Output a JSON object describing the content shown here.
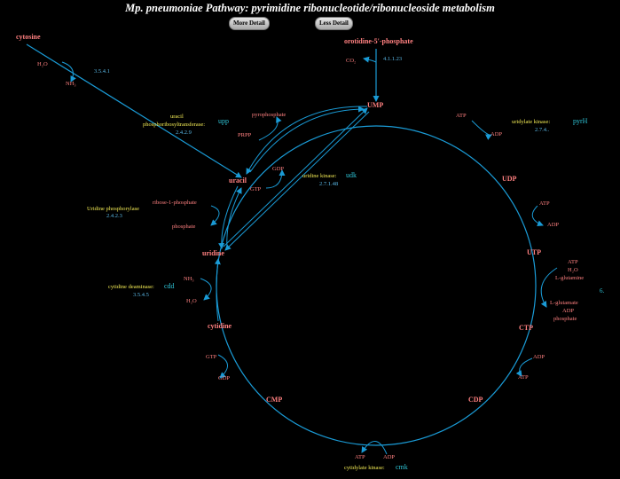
{
  "header": {
    "title": "Mp. pneumoniae Pathway:  pyrimidine ribonucleotide/ribonucleoside metabolism",
    "more_detail": "More Detail",
    "less_detail": "Less Detail"
  },
  "colors": {
    "metabolite": "#ff8080",
    "ec": "#5ab8e6",
    "enzyme": "#f2ea54",
    "gene": "#2ec4d6",
    "arrow": "#1a9bd6"
  },
  "metabolites": {
    "cytosine": "cytosine",
    "orotidine": "orotidine-5'-phosphate",
    "ump": "UMP",
    "udp": "UDP",
    "utp": "UTP",
    "ctp": "CTP",
    "cdp": "CDP",
    "cmp": "CMP",
    "cytidine": "cytidine",
    "uridine": "uridine",
    "uracil": "uracil"
  },
  "cofactors": {
    "h2o_a": "H₂O",
    "nh3_a": "NH₃",
    "co2": "CO₂",
    "pyrophosphate": "pyrophosphate",
    "prpp": "PRPP",
    "gdp_a": "GDP",
    "gtp_a": "GTP",
    "atp_a": "ATP",
    "adp_a": "ADP",
    "atp_b": "ATP",
    "adp_b": "ADP",
    "atp_c": "ATP",
    "h2o_c": "H₂O",
    "lgln": "L-glutamine",
    "lglu": "L-glutamate",
    "adp_c": "ADP",
    "phosphate_c": "phosphate",
    "adp_d": "ADP",
    "atp_d": "ATP",
    "atp_e": "ATP",
    "adp_e": "ADP",
    "gtp_b": "GTP",
    "gdp_b": "GDP",
    "nh3_b": "NH₃",
    "h2o_b": "H₂O",
    "ribose1p": "ribose-1-phosphate",
    "phosphate_r": "phosphate"
  },
  "ec_numbers": {
    "ec_cyt": "3.5.4.1",
    "ec_oro": "4.1.1.23",
    "ec_upp": "2.4.2.9",
    "ec_pyrh": "2.7.4..",
    "ec_udk": "2.7.1.48",
    "ec_uph": "2.4.2.3",
    "ec_cdd": "3.5.4.5"
  },
  "enzymes": {
    "upp_1": "uracil",
    "upp_2": "phosphoribosyltransferase:",
    "pyrh": "uridylate kinase:",
    "udk": "uridine kinase:",
    "uph": "Uridine phosphorylase",
    "cdd": "cytidine deaminase:",
    "cmk": "cytidylate kinase:"
  },
  "genes": {
    "upp": "upp",
    "pyrh": "pyrH",
    "udk": "udk",
    "cdd": "cdd",
    "cmk": "cmk",
    "utp_side": "6."
  }
}
